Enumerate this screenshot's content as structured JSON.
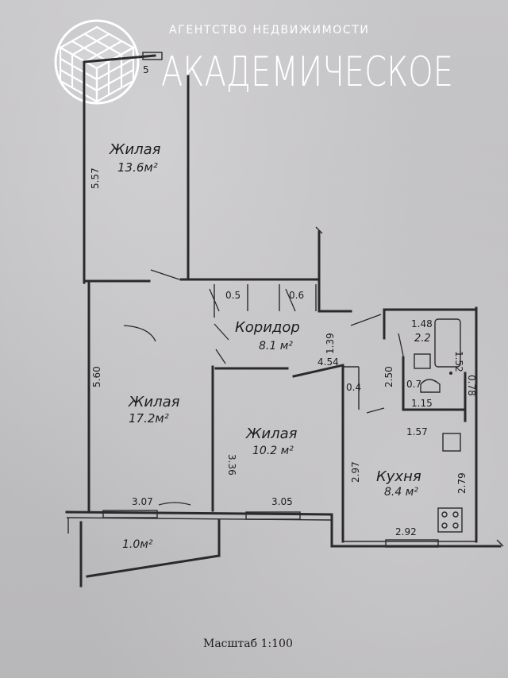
{
  "logo": {
    "tagline": "АГЕНТСТВО НЕДВИЖИМОСТИ",
    "name": "АКАДЕМИЧЕСКОЕ"
  },
  "rooms": {
    "living_top": {
      "name": "Жилая",
      "area": "13.6м²"
    },
    "living_left": {
      "name": "Жилая",
      "area": "17.2м²"
    },
    "living_center": {
      "name": "Жилая",
      "area": "10.2 м²"
    },
    "corridor": {
      "name": "Коридор",
      "area": "8.1 м²"
    },
    "kitchen": {
      "name": "Кухня",
      "area": "8.4 м²"
    },
    "bath": {
      "area": "2.2"
    },
    "balcony": {
      "area": "1.0м²"
    },
    "closet_1": {
      "area": "0.5"
    },
    "closet_2": {
      "area": "0.6"
    },
    "wc": {
      "area": "0.7"
    },
    "niche": {
      "area": "0.4"
    }
  },
  "dimensions": {
    "top_corner": "5",
    "left_top": "5.57",
    "left_bottom": "5.60",
    "corridor_height": "1.39",
    "corridor_width": "4.54",
    "center_height": "3.36",
    "bath_width": "1.48",
    "bath_height": "1.52",
    "bath_block": "2.50",
    "wc_height": "0.78",
    "wc_width": "1.15",
    "kitchen_top": "1.57",
    "kitchen_left": "2.97",
    "kitchen_right": "2.79",
    "kitchen_bottom": "2.92",
    "left_room_bottom": "3.07",
    "center_room_bottom": "3.05"
  },
  "scale_label": "Масштаб 1:100",
  "colors": {
    "ink": "#2a2a2c",
    "paper": "#c4c3c5",
    "logo": "#ffffff"
  }
}
